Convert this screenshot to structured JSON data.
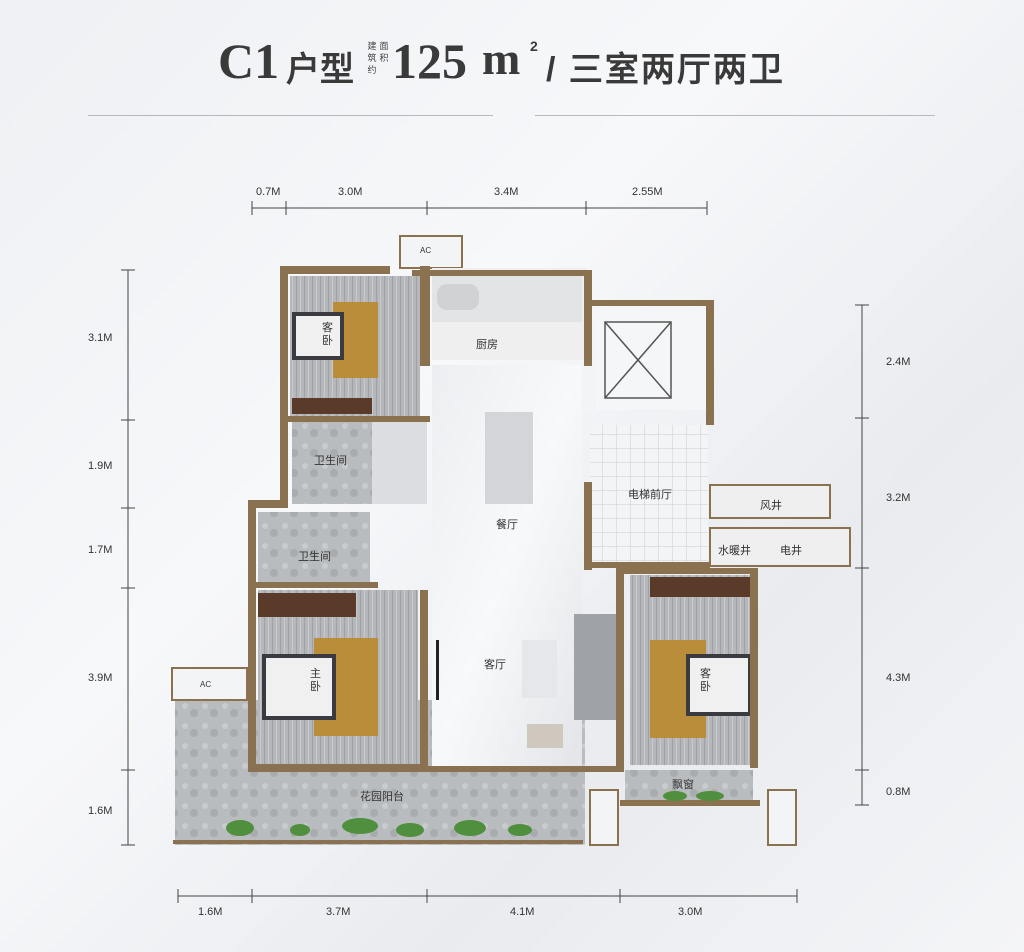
{
  "header": {
    "code": "C1",
    "type_label": "户型",
    "small_chars": [
      "建",
      "面",
      "筑",
      "积",
      "约"
    ],
    "area_value": "125",
    "area_unit": "m",
    "area_sup": "2",
    "rooms": "/ 三室两厅两卫"
  },
  "dimensions": {
    "top": [
      "0.7M",
      "3.0M",
      "3.4M",
      "2.55M"
    ],
    "left": [
      "3.1M",
      "1.9M",
      "1.7M",
      "3.9M",
      "1.6M"
    ],
    "right": [
      "2.4M",
      "3.2M",
      "4.3M",
      "0.8M"
    ],
    "bottom": [
      "1.6M",
      "3.7M",
      "4.1M",
      "3.0M"
    ]
  },
  "rooms": {
    "bedroom_guest_top": "客卧",
    "kitchen": "厨房",
    "bathroom_1": "卫生间",
    "bathroom_2": "卫生间",
    "dining": "餐厅",
    "elevator_lobby": "电梯前厅",
    "air_shaft": "风井",
    "water_shaft": "水暖井",
    "electric_shaft": "电井",
    "living": "客厅",
    "master_bedroom": "主卧",
    "bedroom_guest_right": "客卧",
    "bay_window": "飘窗",
    "garden_balcony": "花园阳台",
    "ac_unit": "AC"
  },
  "colors": {
    "wall": "#8a7150",
    "floor_wood": "#b4b6b9",
    "marble": "#f1f2f4",
    "tile": "#c8ccd0",
    "plant": "#4f8f3e",
    "title": "#3a3a3a"
  }
}
